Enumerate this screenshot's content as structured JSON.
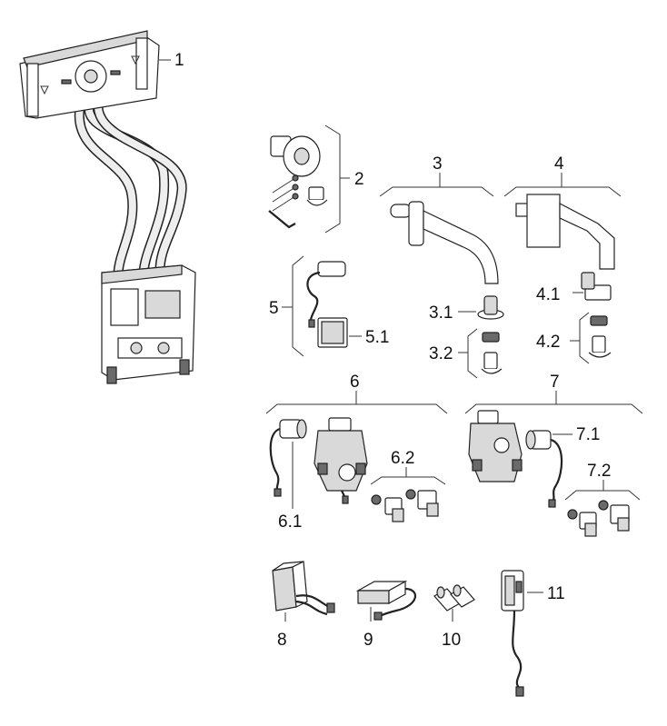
{
  "labels": {
    "p1": "1",
    "p2": "2",
    "p3": "3",
    "p3_1": "3.1",
    "p3_2": "3.2",
    "p4": "4",
    "p4_1": "4.1",
    "p4_2": "4.2",
    "p5": "5",
    "p5_1": "5.1",
    "p6": "6",
    "p6_1": "6.1",
    "p6_2": "6.2",
    "p7": "7",
    "p7_1": "7.1",
    "p7_2": "7.2",
    "p8": "8",
    "p9": "9",
    "p10": "10",
    "p11": "11"
  }
}
